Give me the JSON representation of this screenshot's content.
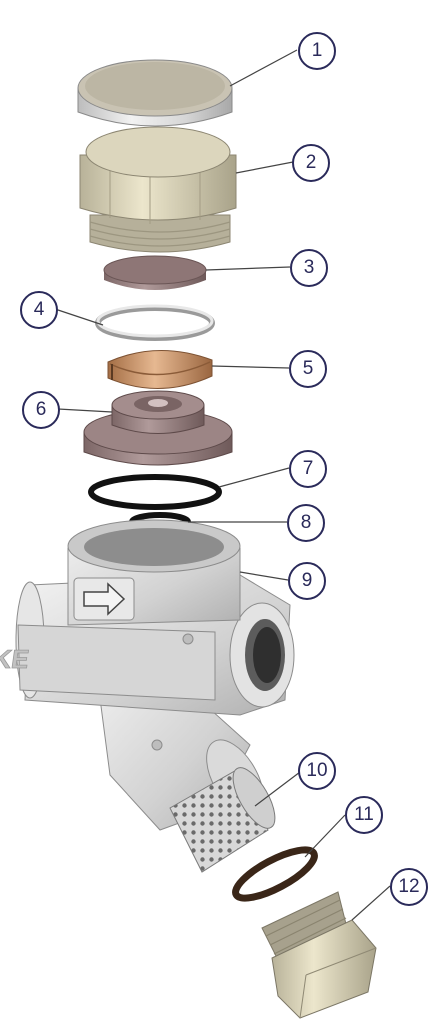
{
  "diagram": {
    "type": "exploded-view",
    "brand_mark": "ARI-KE",
    "callouts": [
      {
        "id": 1,
        "label": "1"
      },
      {
        "id": 2,
        "label": "2"
      },
      {
        "id": 3,
        "label": "3"
      },
      {
        "id": 4,
        "label": "4"
      },
      {
        "id": 5,
        "label": "5"
      },
      {
        "id": 6,
        "label": "6"
      },
      {
        "id": 7,
        "label": "7"
      },
      {
        "id": 8,
        "label": "8"
      },
      {
        "id": 9,
        "label": "9"
      },
      {
        "id": 10,
        "label": "10"
      },
      {
        "id": 11,
        "label": "11"
      },
      {
        "id": 12,
        "label": "12"
      }
    ],
    "colors": {
      "callout_ink": "#2a2a5a",
      "metal_light": "#e3e3e3",
      "metal_mid": "#c9c9c9",
      "brass": "#d9d3b8",
      "disc": "#9b8383",
      "copper_ring": "#c8956a",
      "gasket": "#111111"
    }
  }
}
